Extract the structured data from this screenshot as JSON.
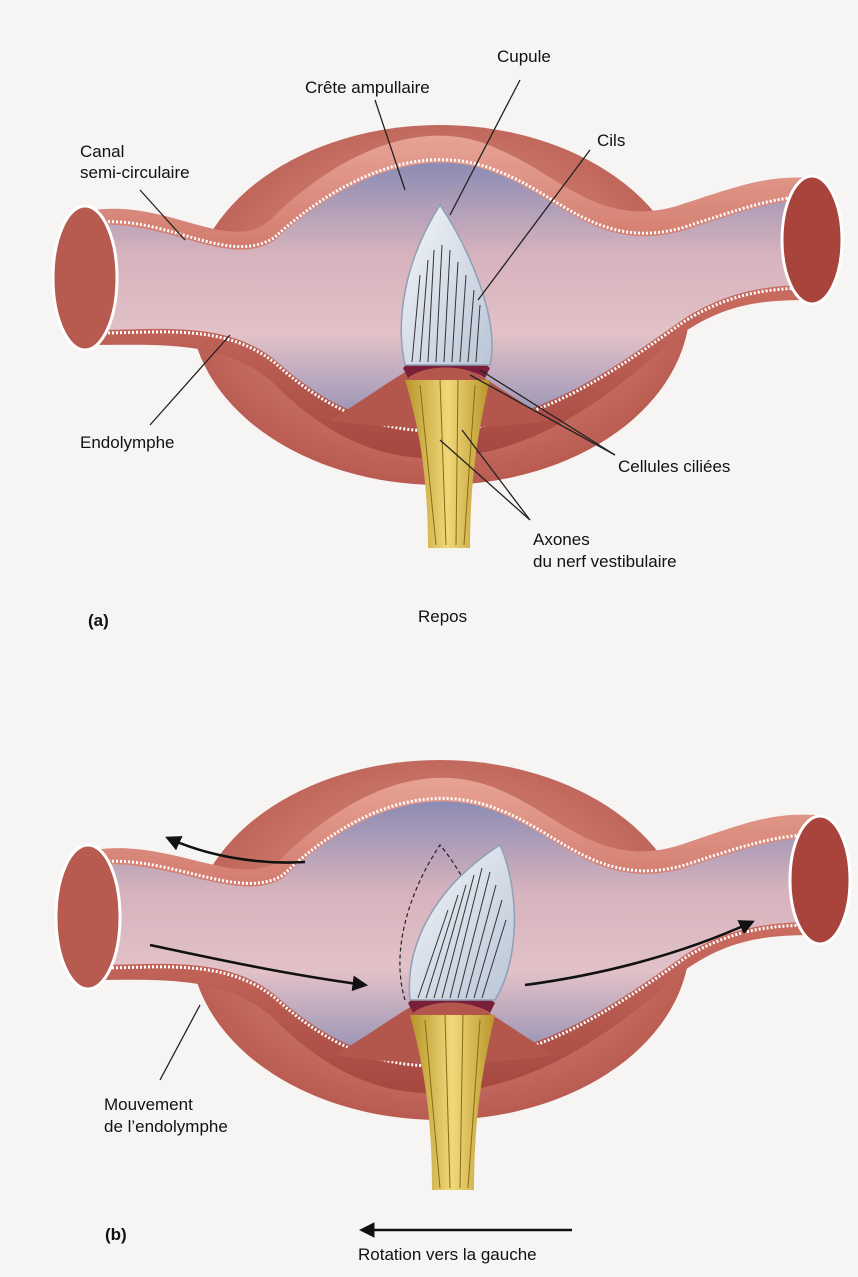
{
  "panel_a": {
    "label": "(a)",
    "state": "Repos",
    "labels": {
      "canal_line1": "Canal",
      "canal_line2": "semi-circulaire",
      "crete": "Crête ampullaire",
      "cupule": "Cupule",
      "cils": "Cils",
      "endolymphe": "Endolymphe",
      "cellules": "Cellules ciliées",
      "axones_line1": "Axones",
      "axones_line2": "du nerf vestibulaire"
    }
  },
  "panel_b": {
    "label": "(b)",
    "caption": "Rotation vers la gauche",
    "labels": {
      "mouvement_line1": "Mouvement",
      "mouvement_line2": "de l’endolymphe"
    }
  },
  "colors": {
    "tube_outer": "#c86a5e",
    "tube_outer_light": "#e9a79a",
    "tube_inner": "#8f8fb5",
    "lumen": "#d9b6c0",
    "cupule": "#dfe6ef",
    "nerve": "#d8b94a",
    "hair_cells": "#7a1f3a"
  }
}
